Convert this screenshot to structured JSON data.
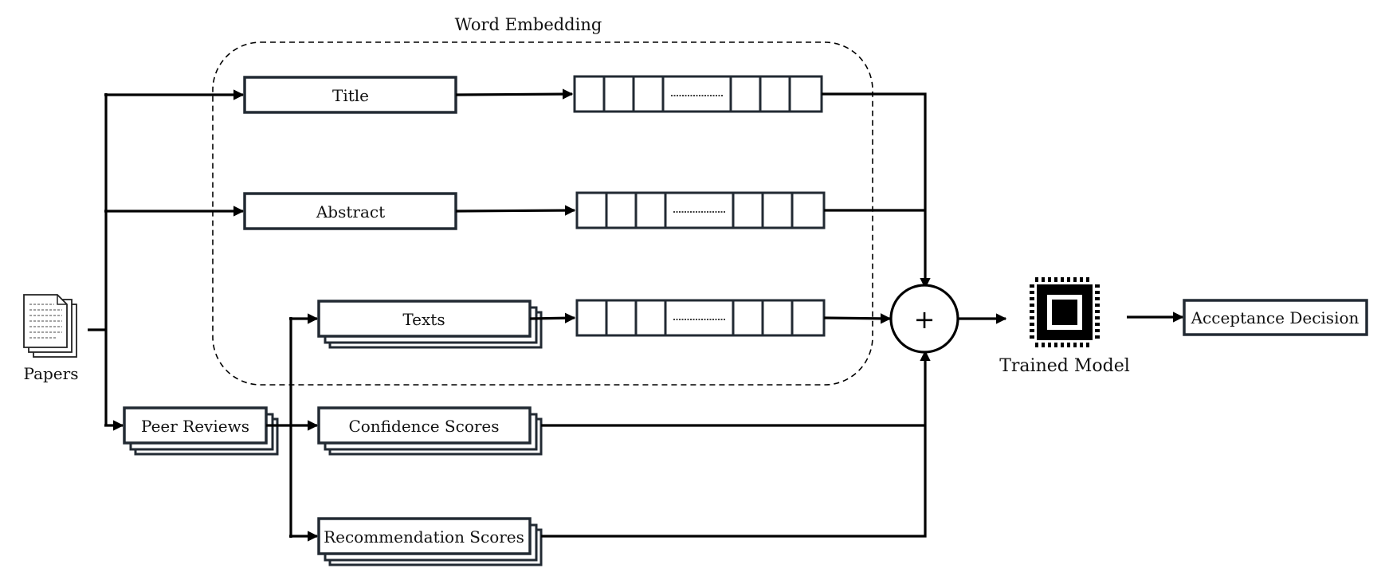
{
  "diagram": {
    "group_label": "Word Embedding",
    "nodes": {
      "papers": "Papers",
      "title": "Title",
      "abstract": "Abstract",
      "texts": "Texts",
      "peer_reviews": "Peer Reviews",
      "confidence_scores": "Confidence Scores",
      "recommendation_scores": "Recommendation Scores",
      "combine_symbol": "+",
      "trained_model": "Trained Model",
      "acceptance_decision": "Acceptance Decision"
    },
    "icons": {
      "papers": "documents-stack-icon",
      "trained_model": "cpu-chip-icon"
    }
  }
}
